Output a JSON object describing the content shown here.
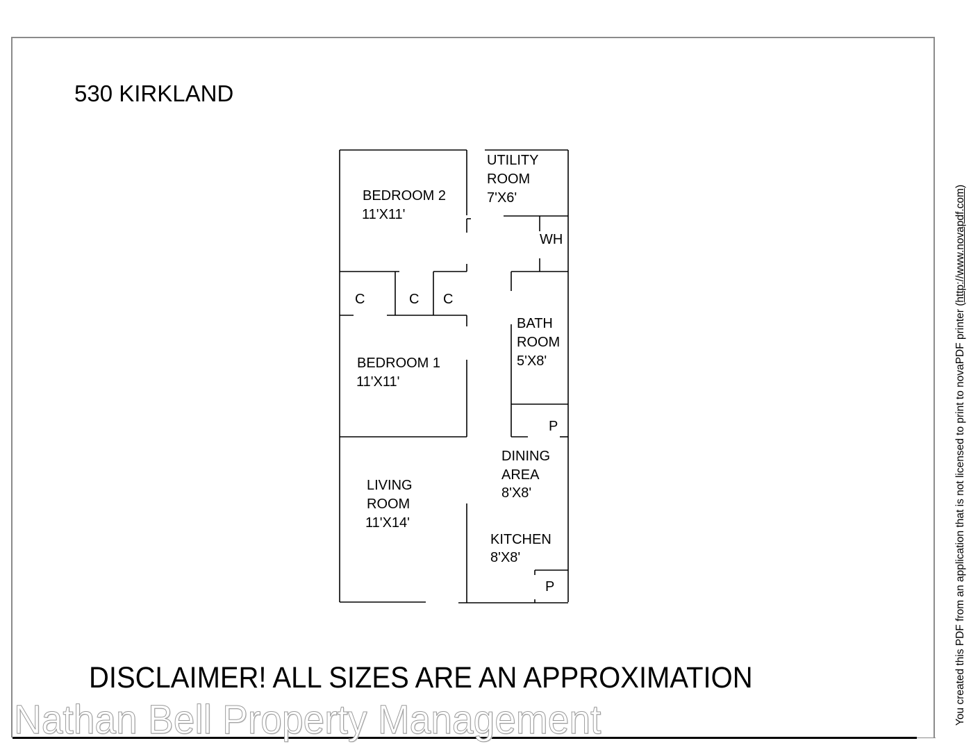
{
  "document": {
    "title": "530 KIRKLAND",
    "disclaimer": "DISCLAIMER! ALL SIZES ARE AN APPROXIMATION",
    "watermark": "Nathan Bell Property Management",
    "side_note": {
      "text": "You created this PDF from an application that is not licensed to print to novaPDF printer (",
      "link": "http://www.novapdf.com",
      "suffix": ")"
    }
  },
  "floor_plan": {
    "rooms": [
      {
        "id": "bedroom-2",
        "name": "BEDROOM 2",
        "size": "11'X11'"
      },
      {
        "id": "utility-room",
        "name_line1": "UTILITY",
        "name_line2": "ROOM",
        "size": "7'X6'"
      },
      {
        "id": "water-heater",
        "name": "WH"
      },
      {
        "id": "closet-1",
        "name": "C"
      },
      {
        "id": "closet-2",
        "name": "C"
      },
      {
        "id": "closet-3",
        "name": "C"
      },
      {
        "id": "bathroom",
        "name_line1": "BATH",
        "name_line2": "ROOM",
        "size": "5'X8'"
      },
      {
        "id": "bedroom-1",
        "name": "BEDROOM 1",
        "size": "11'X11'"
      },
      {
        "id": "pantry-1",
        "name": "P"
      },
      {
        "id": "dining-area",
        "name_line1": "DINING",
        "name_line2": "AREA",
        "size": "8'X8'"
      },
      {
        "id": "living-room",
        "name_line1": "LIVING",
        "name_line2": "ROOM",
        "size": "11'X14'"
      },
      {
        "id": "kitchen",
        "name": "KITCHEN",
        "size": "8'X8'"
      },
      {
        "id": "pantry-2",
        "name": "P"
      }
    ]
  },
  "colors": {
    "wall": "#000000",
    "frame": "#8a8a8a",
    "watermark_outline": "#9a9a9a"
  }
}
